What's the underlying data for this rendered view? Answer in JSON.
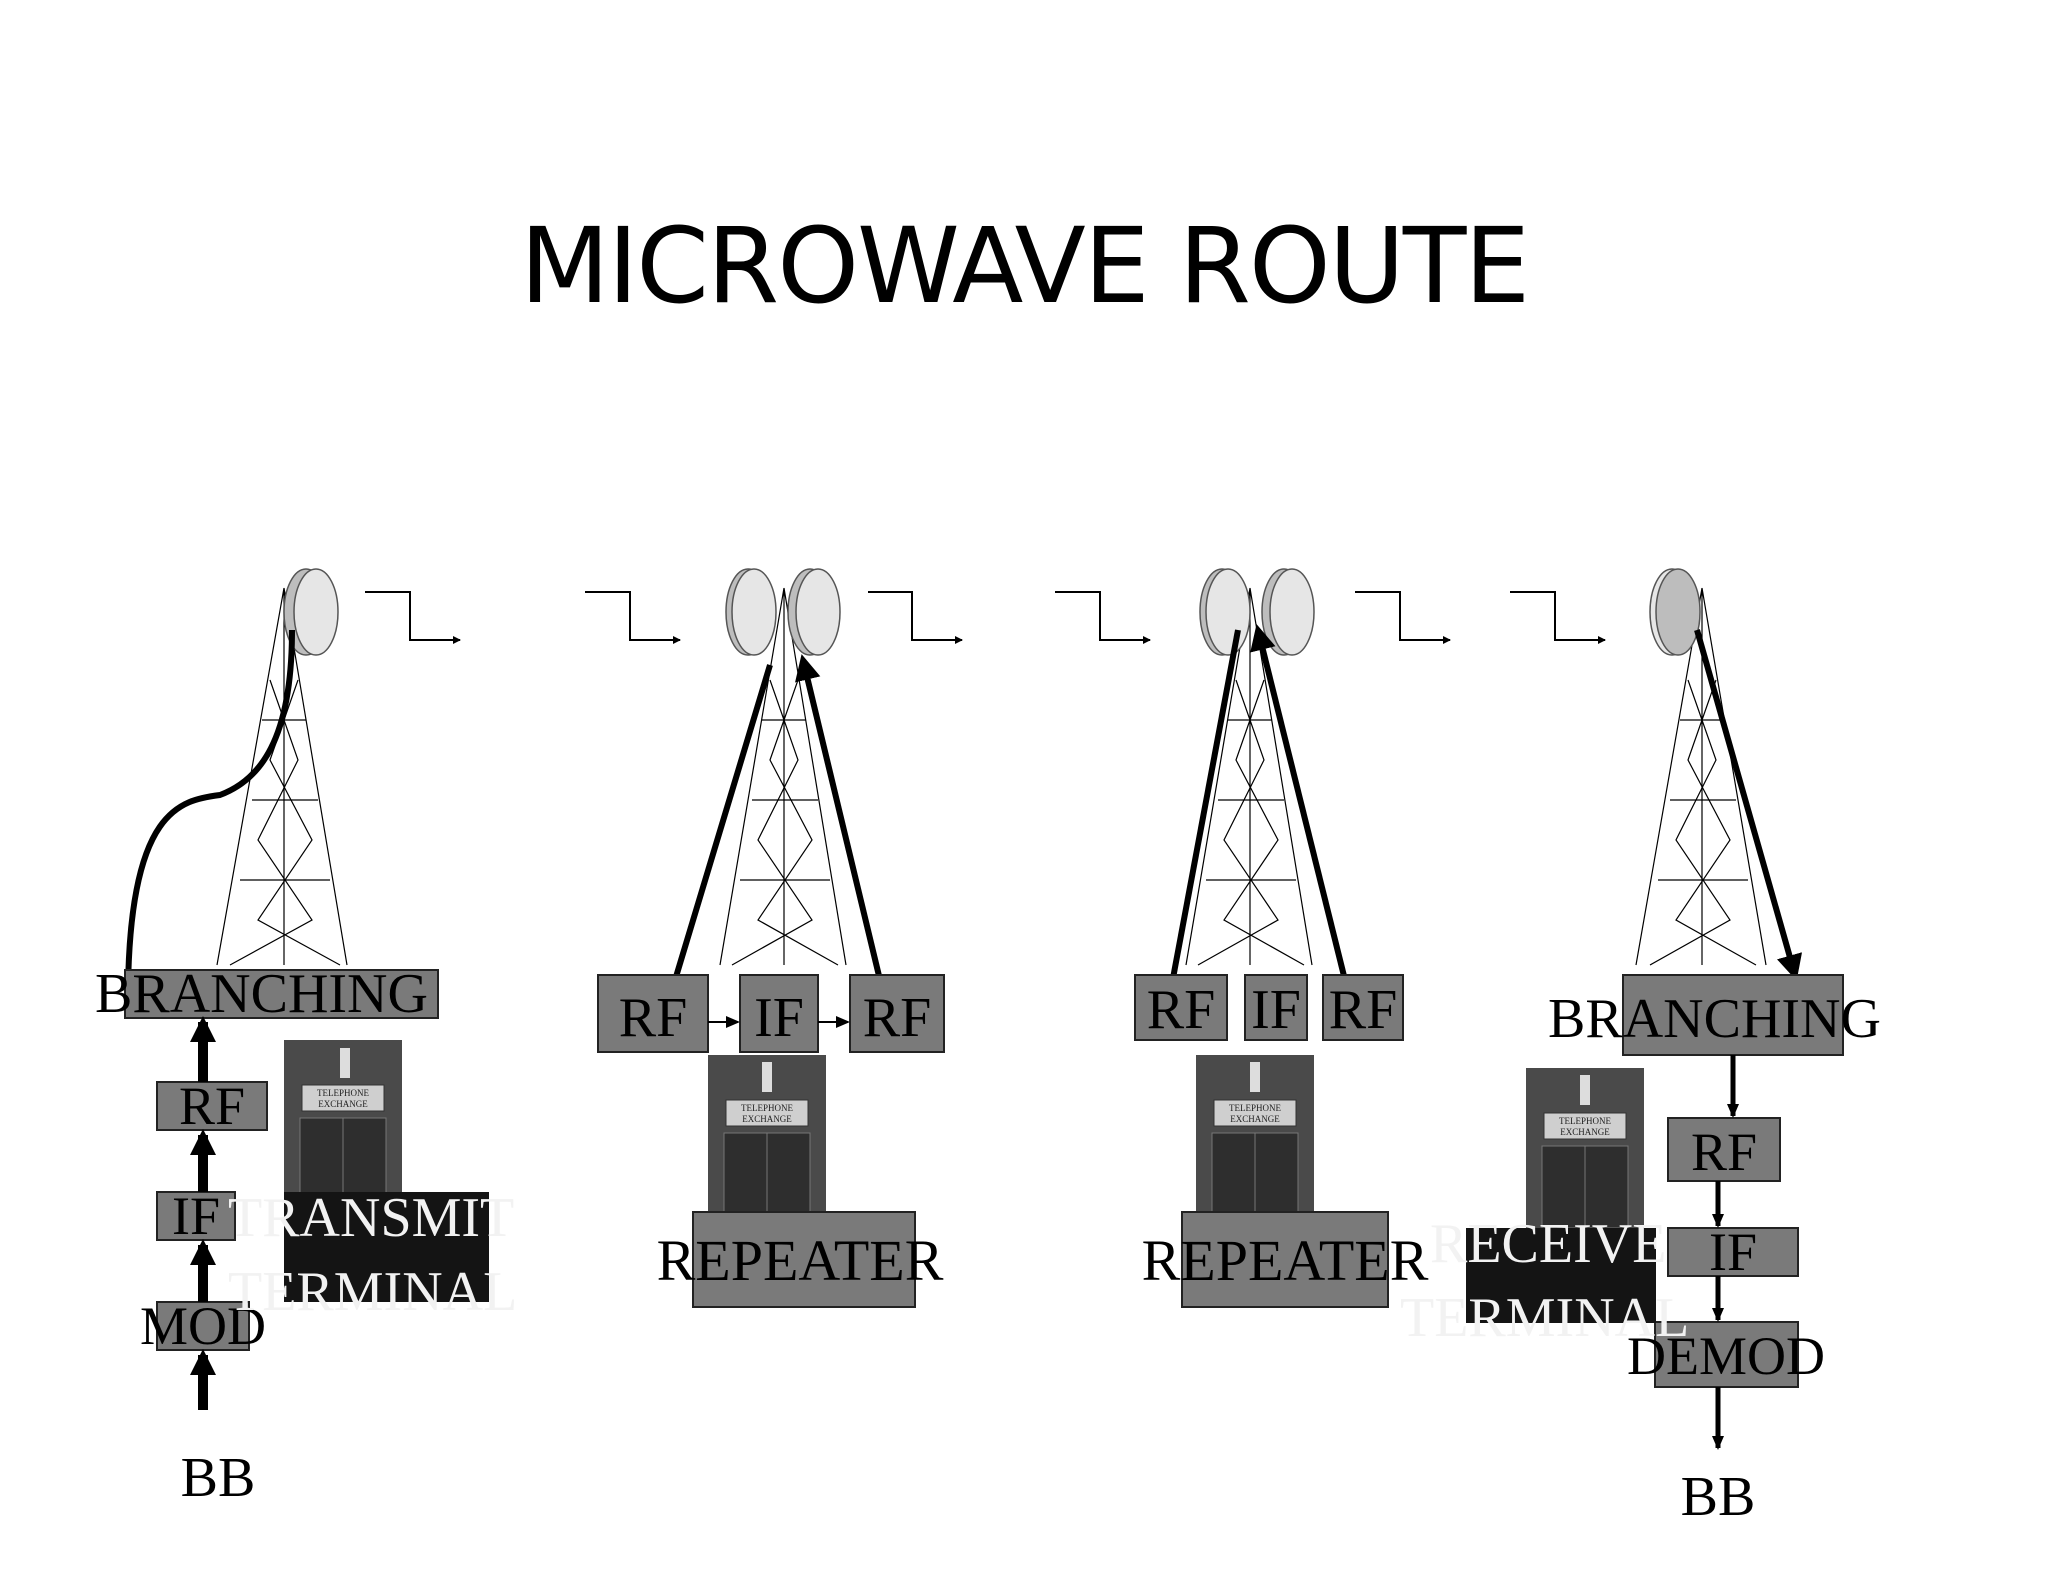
{
  "title": "MICROWAVE ROUTE",
  "stations": [
    {
      "id": "transmit",
      "branching": "BRANCHING",
      "chain": [
        "RF",
        "IF",
        "MOD"
      ],
      "input": "BB",
      "building_sign": [
        "TELEPHONE",
        "EXCHANGE"
      ],
      "terminal": [
        "TRANSMIT",
        "TERMINAL"
      ]
    },
    {
      "id": "repeater-1",
      "units": [
        "RF",
        "IF",
        "RF"
      ],
      "building_sign": [
        "TELEPHONE",
        "EXCHANGE"
      ],
      "label": "REPEATER"
    },
    {
      "id": "repeater-2",
      "units": [
        "RF",
        "IF",
        "RF"
      ],
      "building_sign": [
        "TELEPHONE",
        "EXCHANGE"
      ],
      "label": "REPEATER"
    },
    {
      "id": "receive",
      "branching": "BRANCHING",
      "chain": [
        "RF",
        "IF",
        "DEMOD"
      ],
      "output": "BB",
      "building_sign": [
        "TELEPHONE",
        "EXCHANGE"
      ],
      "terminal": [
        "RECEIVE",
        "TERMINAL"
      ]
    }
  ],
  "colors": {
    "box": "#7a7a7a",
    "terminal_bg": "#141414",
    "dish": "#e6e6e6"
  }
}
